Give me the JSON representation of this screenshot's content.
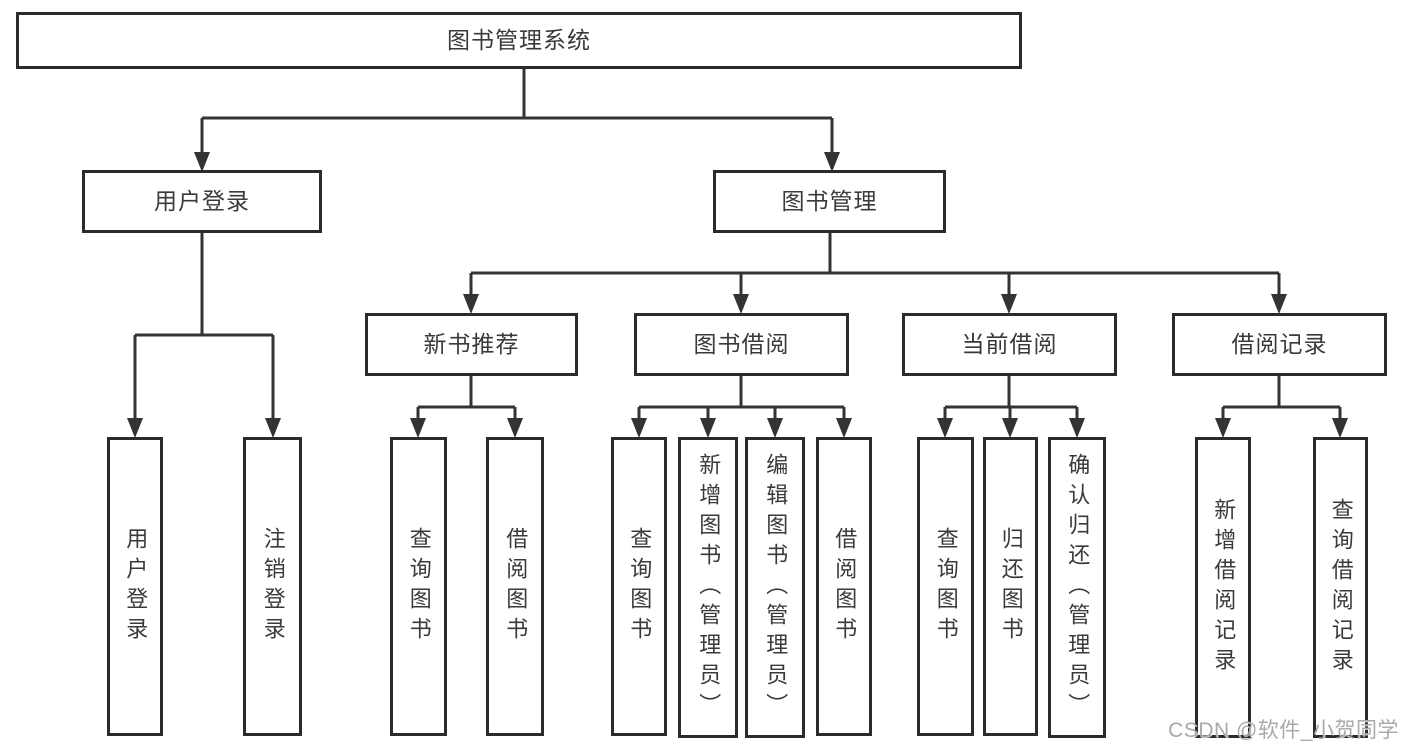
{
  "title": "图书管理系统",
  "tree": {
    "root": {
      "label": "图书管理系统"
    },
    "user_login": {
      "label": "用户登录",
      "children": {
        "login": {
          "label": "用户登录"
        },
        "logout": {
          "label": "注销登录"
        }
      }
    },
    "book_mgmt": {
      "label": "图书管理",
      "children": {
        "new_book": {
          "label": "新书推荐",
          "children": {
            "query": {
              "label": "查询图书"
            },
            "borrow": {
              "label": "借阅图书"
            }
          }
        },
        "borrow": {
          "label": "图书借阅",
          "children": {
            "query": {
              "label": "查询图书"
            },
            "add": {
              "label": "新增图书（管理员）"
            },
            "edit": {
              "label": "编辑图书（管理员）"
            },
            "borrow": {
              "label": "借阅图书"
            }
          }
        },
        "current": {
          "label": "当前借阅",
          "children": {
            "query": {
              "label": "查询图书"
            },
            "return": {
              "label": "归还图书"
            },
            "confirm": {
              "label": "确认归还（管理员）"
            }
          }
        },
        "record": {
          "label": "借阅记录",
          "children": {
            "add": {
              "label": "新增借阅记录"
            },
            "query": {
              "label": "查询借阅记录"
            }
          }
        }
      }
    }
  },
  "watermark": {
    "text": "CSDN @软件_小贺同学",
    "color": "#a9a9a9"
  },
  "colors": {
    "line": "#333333",
    "border": "#2b2b2b",
    "text": "#3a3a3a",
    "background": "#ffffff"
  }
}
